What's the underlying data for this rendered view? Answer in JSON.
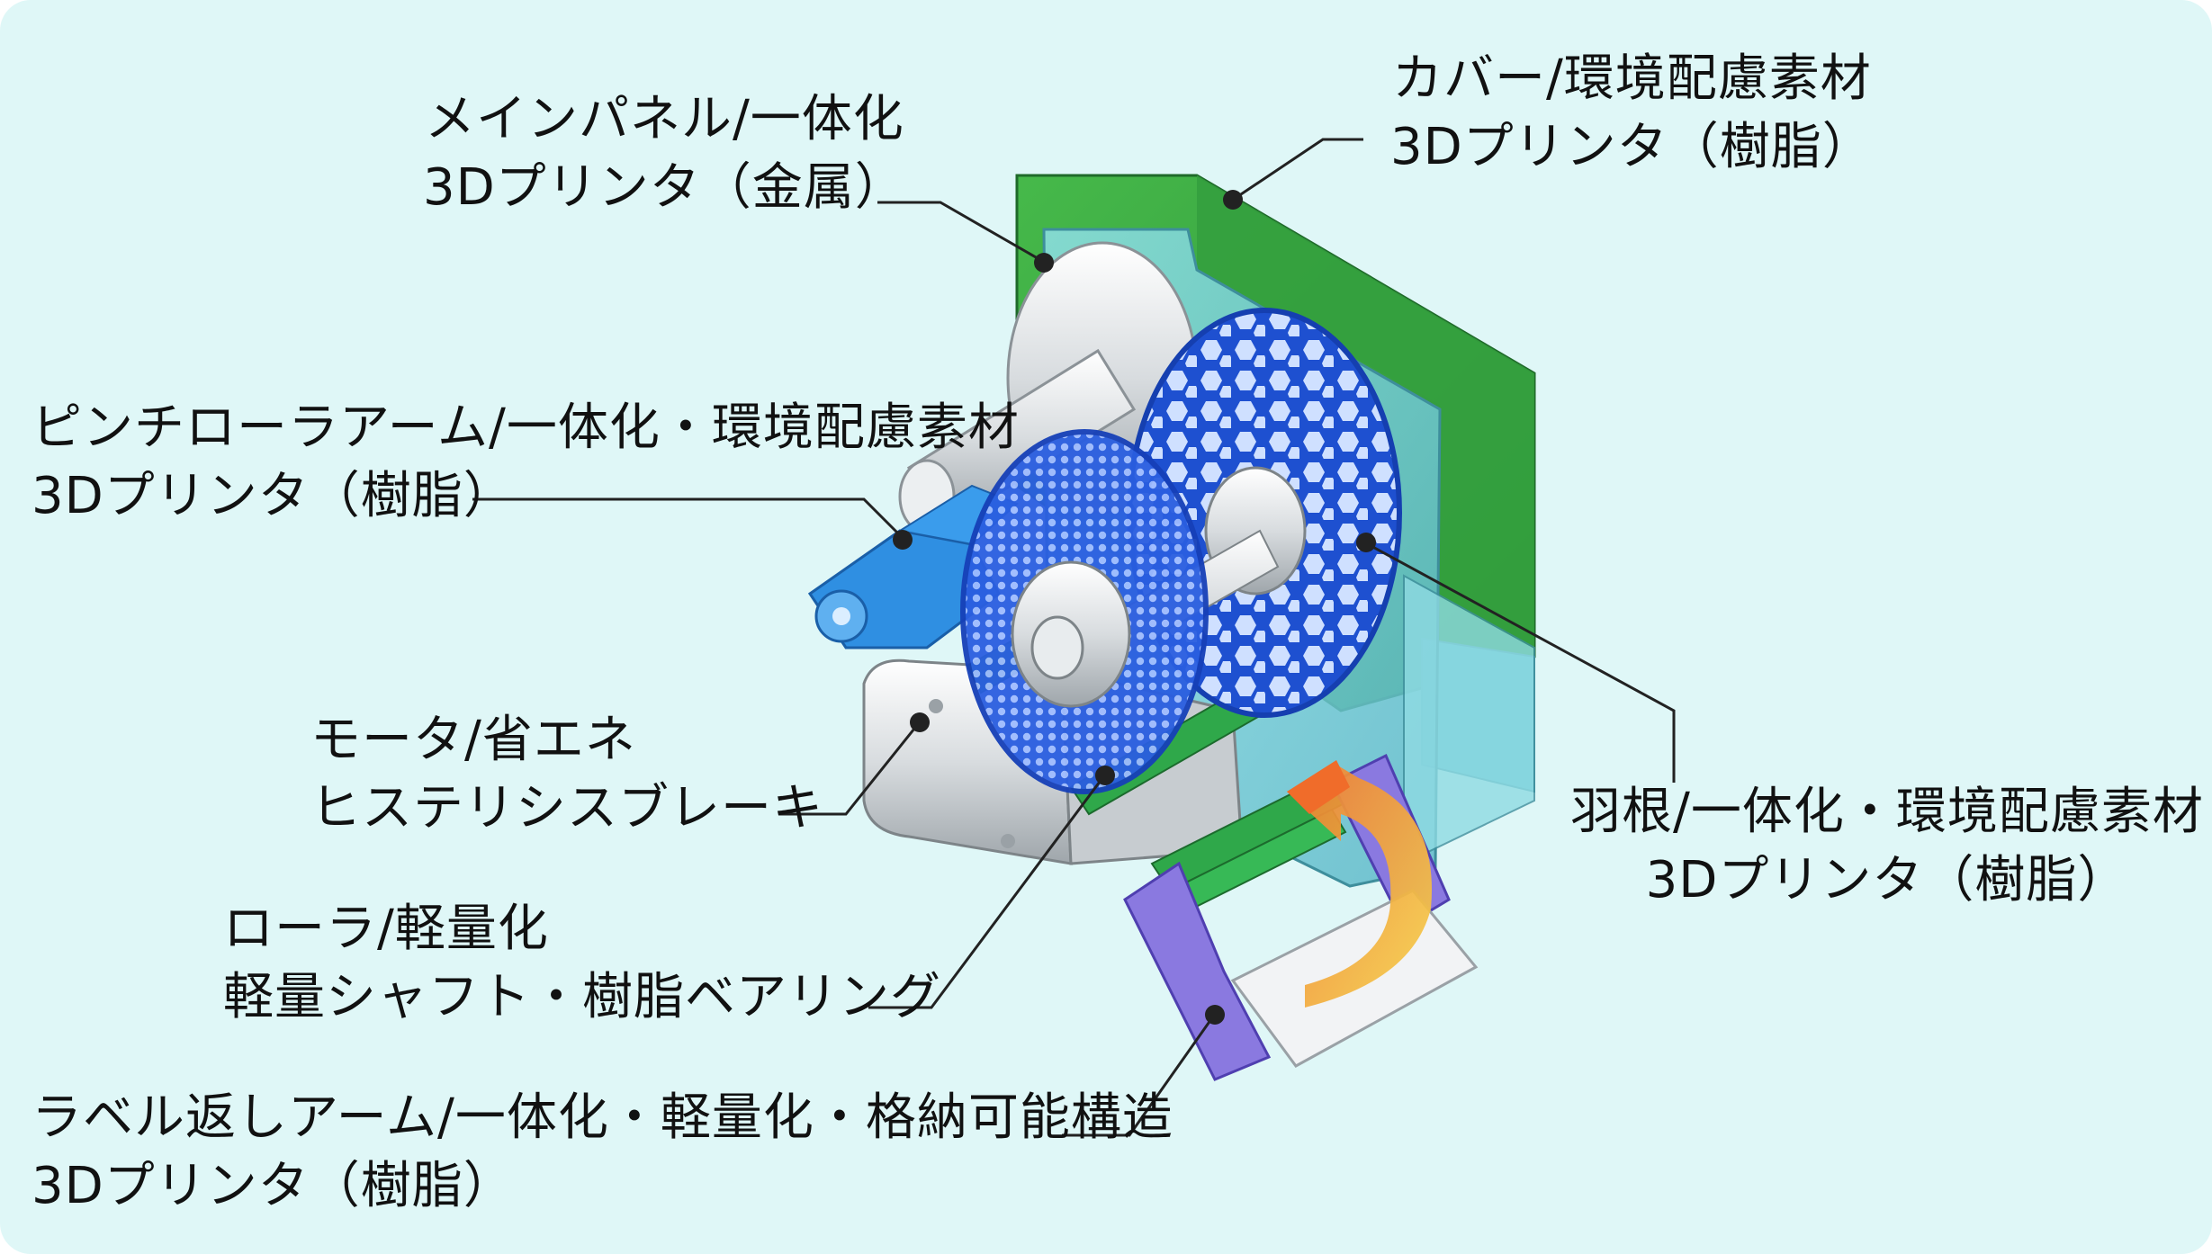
{
  "callouts": {
    "main_panel": {
      "line1": "メインパネル/一体化",
      "line2": "3Dプリンタ（金属）"
    },
    "cover": {
      "line1": "カバー/環境配慮素材",
      "line2": "3Dプリンタ（樹脂）"
    },
    "pinch_roller_arm": {
      "line1": "ピンチローラアーム/一体化・環境配慮素材",
      "line2": "3Dプリンタ（樹脂）"
    },
    "motor": {
      "line1": "モータ/省エネ",
      "line2": "ヒステリシスブレーキ"
    },
    "roller": {
      "line1": "ローラ/軽量化",
      "line2": "軽量シャフト・樹脂ベアリング"
    },
    "label_return_arm": {
      "line1": "ラベル返しアーム/一体化・軽量化・格納可能構造",
      "line2": "3Dプリンタ（樹脂）"
    },
    "blade": {
      "line1": "羽根/一体化・環境配慮素材",
      "line2": "3Dプリンタ（樹脂）"
    }
  },
  "colors": {
    "background": "#dff7f7",
    "cover": "#2f9a3a",
    "main_panel": "#6ac9d6",
    "blade_reel": "#1f55d6",
    "pinch_arm": "#2b8fe0",
    "roller": "#2fa84a",
    "label_arm": "#7b6ad8",
    "arrow": "#f08a3a"
  }
}
